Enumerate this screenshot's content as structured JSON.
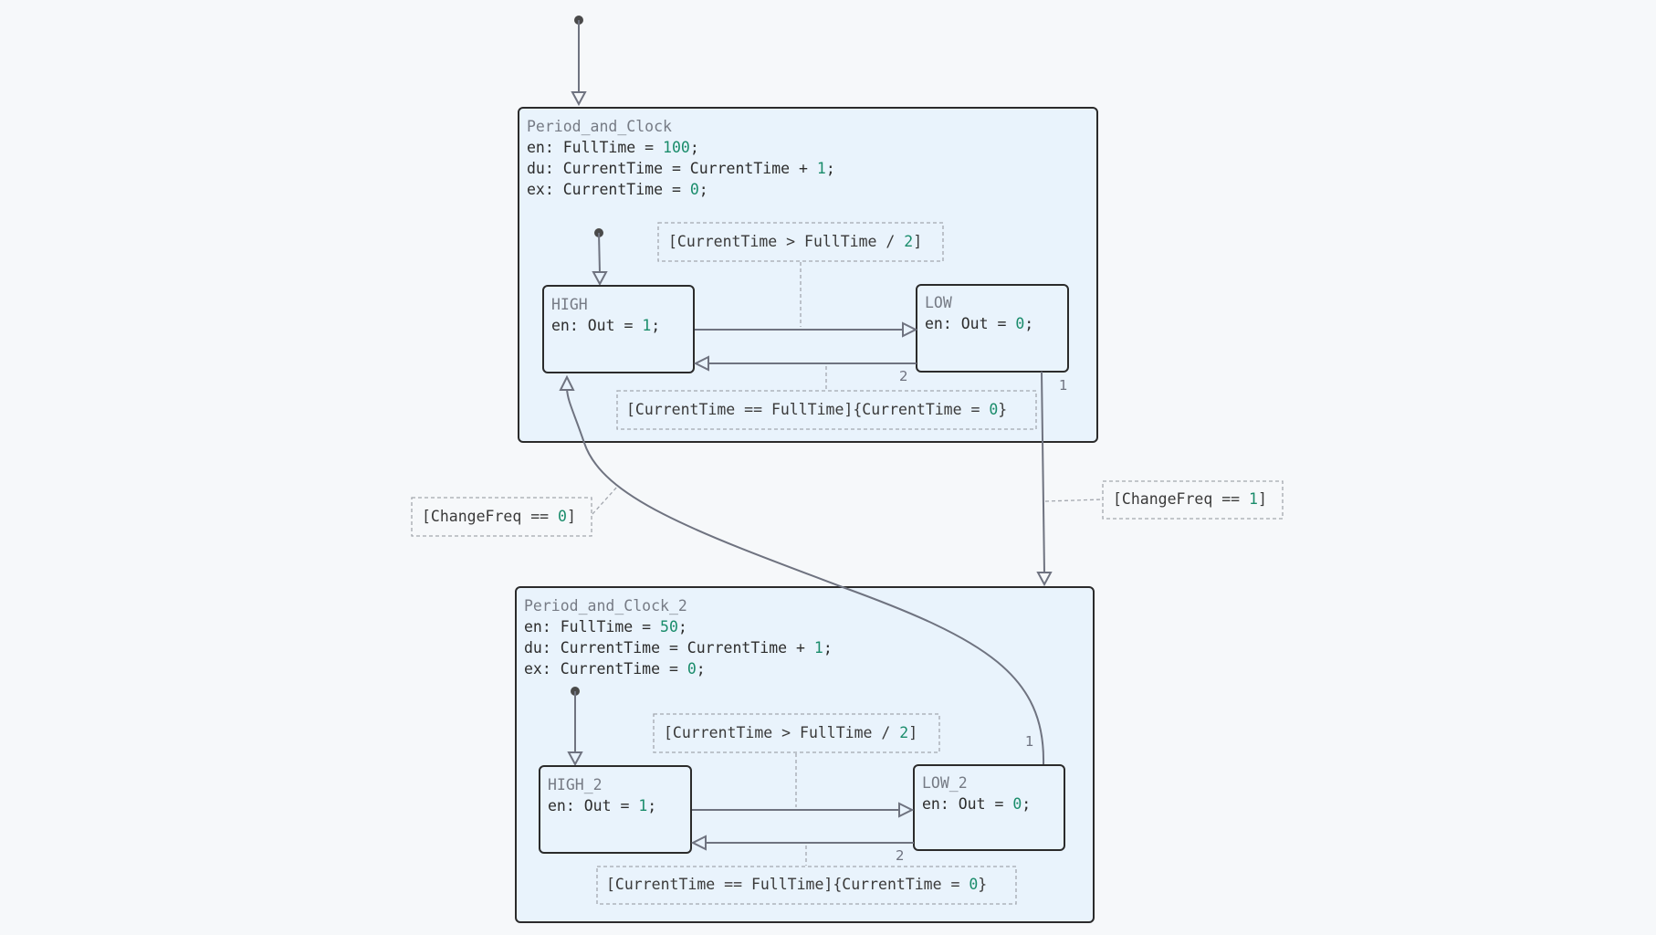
{
  "colors": {
    "background": "#f6f8fa",
    "state_fill": "#e9f3fc",
    "state_border": "#2b2b2b",
    "edge": "#6f7380",
    "number": "#1a8c6b",
    "title": "#767b85",
    "guard_border": "#a3a7ae"
  },
  "states": {
    "period_and_clock": {
      "name": "Period_and_Clock",
      "entry": {
        "prefix": "en: FullTime = ",
        "num": "100",
        "suffix": ";"
      },
      "during": {
        "prefix": "du: CurrentTime = CurrentTime + ",
        "num": "1",
        "suffix": ";"
      },
      "exit": {
        "prefix": "ex: CurrentTime = ",
        "num": "0",
        "suffix": ";"
      },
      "children": {
        "high": {
          "name": "HIGH",
          "entry": {
            "prefix": "en: Out = ",
            "num": "1",
            "suffix": ";"
          }
        },
        "low": {
          "name": "LOW",
          "entry": {
            "prefix": "en: Out = ",
            "num": "0",
            "suffix": ";"
          }
        }
      },
      "transitions": {
        "high_to_low": {
          "guard_prefix": "[CurrentTime > FullTime / ",
          "guard_num": "2",
          "guard_suffix": "]"
        },
        "low_to_high": {
          "guard_prefix": "[CurrentTime == FullTime]{CurrentTime = ",
          "guard_num": "0",
          "guard_suffix": "}",
          "priority": "2"
        }
      }
    },
    "period_and_clock_2": {
      "name": "Period_and_Clock_2",
      "entry": {
        "prefix": "en: FullTime = ",
        "num": "50",
        "suffix": ";"
      },
      "during": {
        "prefix": "du: CurrentTime = CurrentTime + ",
        "num": "1",
        "suffix": ";"
      },
      "exit": {
        "prefix": "ex: CurrentTime = ",
        "num": "0",
        "suffix": ";"
      },
      "children": {
        "high": {
          "name": "HIGH_2",
          "entry": {
            "prefix": "en: Out = ",
            "num": "1",
            "suffix": ";"
          }
        },
        "low": {
          "name": "LOW_2",
          "entry": {
            "prefix": "en: Out = ",
            "num": "0",
            "suffix": ";"
          }
        }
      },
      "transitions": {
        "high_to_low": {
          "guard_prefix": "[CurrentTime > FullTime / ",
          "guard_num": "2",
          "guard_suffix": "]"
        },
        "low_to_high": {
          "guard_prefix": "[CurrentTime == FullTime]{CurrentTime = ",
          "guard_num": "0",
          "guard_suffix": "}",
          "priority": "2"
        }
      }
    }
  },
  "outer_transitions": {
    "low_to_clock2": {
      "guard_prefix": "[ChangeFreq == ",
      "guard_num": "1",
      "guard_suffix": "]",
      "priority": "1"
    },
    "low2_to_high": {
      "guard_prefix": "[ChangeFreq == ",
      "guard_num": "0",
      "guard_suffix": "]",
      "priority": "1"
    }
  }
}
